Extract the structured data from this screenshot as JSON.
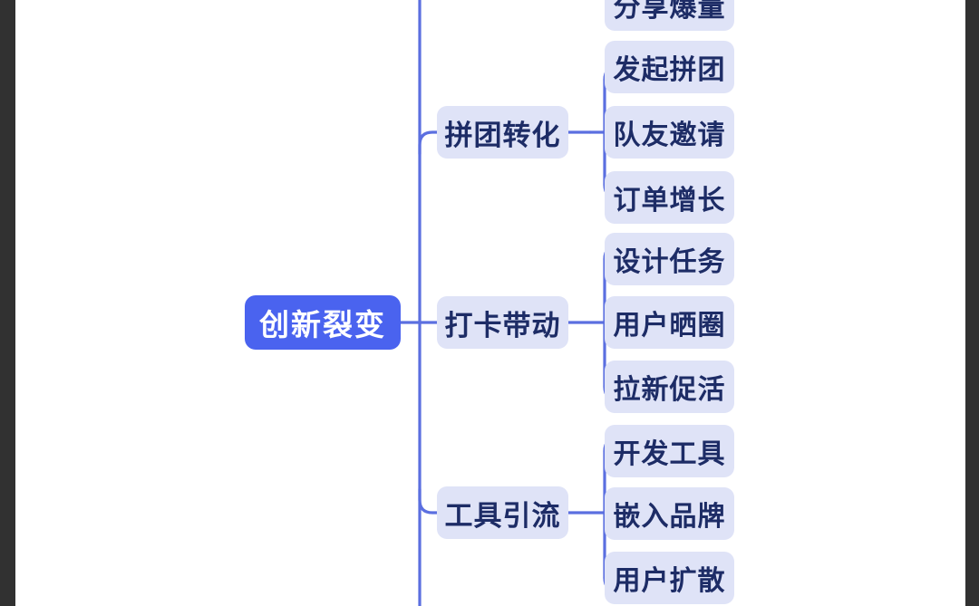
{
  "diagram": {
    "type": "mind-map",
    "title": "创新裂变",
    "orientation": "left-to-right",
    "colors": {
      "root_bg": "#4a63ef",
      "root_text": "#ffffff",
      "node_bg": "#dfe3f7",
      "node_text": "#1d2c66",
      "link": "#5b6fe0",
      "canvas_bg": "#ffffff",
      "frame_bg": "#313131"
    },
    "root": {
      "label": "创新裂变"
    },
    "branches": [
      {
        "label": "拼团转化",
        "children": [
          {
            "label": "分享爆量",
            "clipped": true
          },
          {
            "label": "发起拼团"
          },
          {
            "label": "队友邀请"
          },
          {
            "label": "订单增长"
          }
        ]
      },
      {
        "label": "打卡带动",
        "children": [
          {
            "label": "设计任务"
          },
          {
            "label": "用户晒圈"
          },
          {
            "label": "拉新促活"
          }
        ]
      },
      {
        "label": "工具引流",
        "children": [
          {
            "label": "开发工具"
          },
          {
            "label": "嵌入品牌"
          },
          {
            "label": "用户扩散"
          }
        ]
      }
    ]
  }
}
